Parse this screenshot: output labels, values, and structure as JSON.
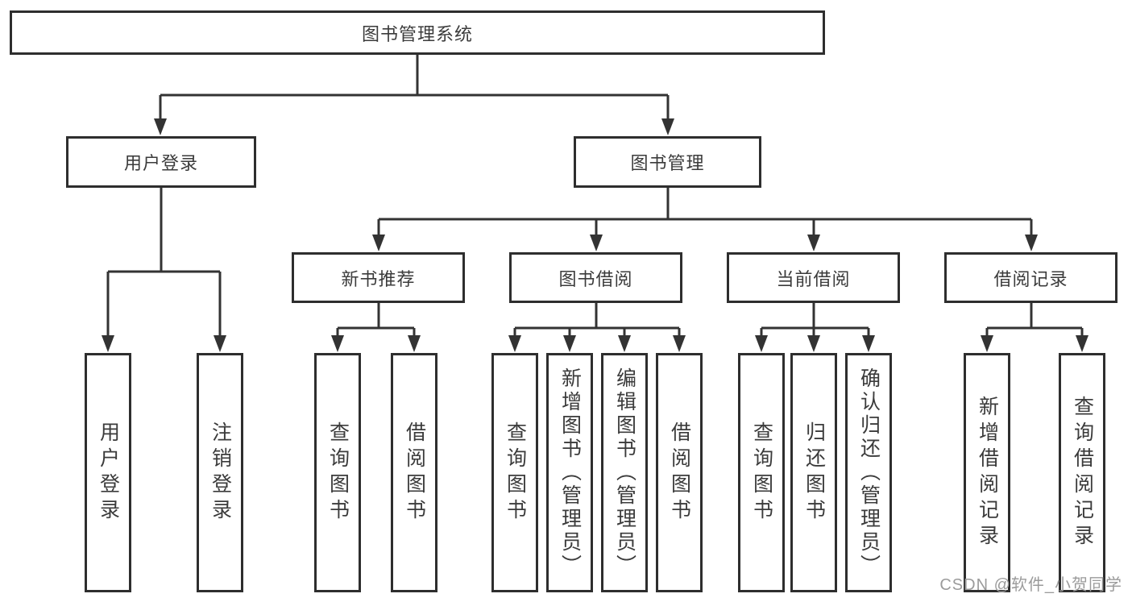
{
  "diagram": {
    "root": {
      "label": "图书管理系统"
    },
    "branches": [
      {
        "label": "用户登录",
        "children": [
          {
            "label": "用户登录"
          },
          {
            "label": "注销登录"
          }
        ]
      },
      {
        "label": "图书管理",
        "children": [
          {
            "label": "新书推荐",
            "children": [
              {
                "label": "查询图书"
              },
              {
                "label": "借阅图书"
              }
            ]
          },
          {
            "label": "图书借阅",
            "children": [
              {
                "label": "查询图书"
              },
              {
                "label": "新增图书（管理员）"
              },
              {
                "label": "编辑图书（管理员）"
              },
              {
                "label": "借阅图书"
              }
            ]
          },
          {
            "label": "当前借阅",
            "children": [
              {
                "label": "查询图书"
              },
              {
                "label": "归还图书"
              },
              {
                "label": "确认归还（管理员）"
              }
            ]
          },
          {
            "label": "借阅记录",
            "children": [
              {
                "label": "新增借阅记录"
              },
              {
                "label": "查询借阅记录"
              }
            ]
          }
        ]
      }
    ]
  },
  "watermark": "CSDN @软件_小贺同学",
  "colors": {
    "line": "#333333",
    "box_border": "#2e2e2e",
    "text": "#3b3b3b",
    "watermark": "#9b9b9b",
    "background": "#ffffff"
  }
}
